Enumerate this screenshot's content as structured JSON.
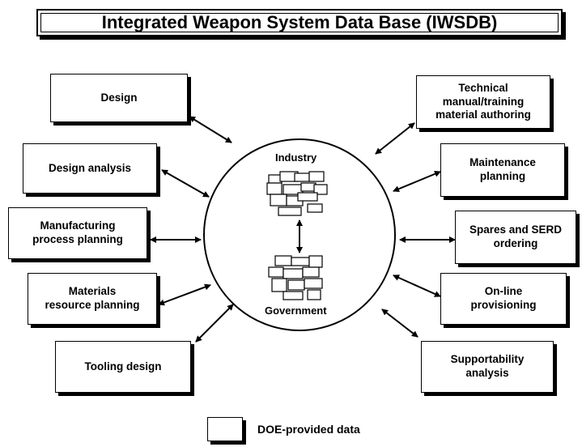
{
  "title": "Integrated Weapon System Data Base (IWSDB)",
  "center": {
    "top_label": "Industry",
    "bottom_label": "Government"
  },
  "left_boxes": [
    "Design",
    "Design analysis",
    "Manufacturing\nprocess planning",
    "Materials\nresource planning",
    "Tooling design"
  ],
  "right_boxes": [
    "Technical\nmanual/training\nmaterial authoring",
    "Maintenance\nplanning",
    "Spares and SERD\nordering",
    "On-line\nprovisioning",
    "Supportability\nanalysis"
  ],
  "legend": {
    "label": "DOE-provided data"
  }
}
